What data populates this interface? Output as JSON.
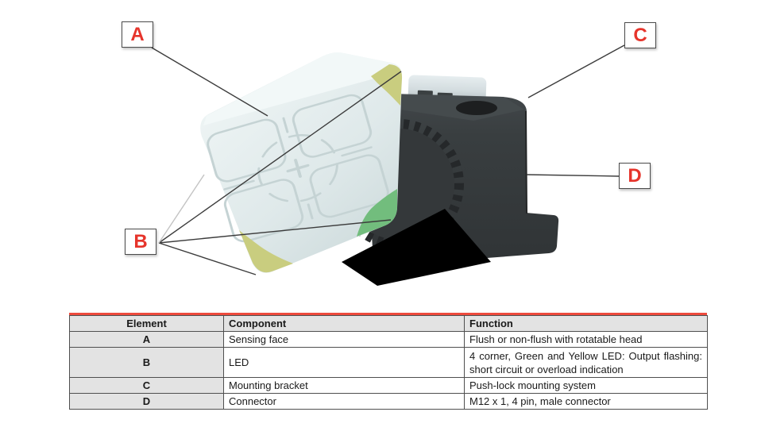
{
  "callouts": {
    "A": "A",
    "B": "B",
    "C": "C",
    "D": "D"
  },
  "table": {
    "headers": {
      "element": "Element",
      "component": "Component",
      "function": "Function"
    },
    "rows": [
      {
        "element": "A",
        "component": "Sensing face",
        "function": "Flush or non-flush with rotatable head"
      },
      {
        "element": "B",
        "component": "LED",
        "function": "4 corner, Green and Yellow LED: Output flashing: short circuit or overload indication"
      },
      {
        "element": "C",
        "component": "Mounting bracket",
        "function": "Push-lock mounting system"
      },
      {
        "element": "D",
        "component": "Connector",
        "function": "M12 x 1, 4 pin, male connector"
      }
    ]
  },
  "colors": {
    "callout_red": "#e6342b",
    "table_top_line": "#ee4b3d",
    "table_header_bg": "#e3e3e3",
    "pointer_line": "#3c3c3c",
    "pointer_line_faint": "#c3c3c3",
    "sensor_face": "#e2ecec",
    "led_green": "#72bd7d",
    "led_yellow": "#c9cd7f",
    "bracket_gray": "#3a3e40",
    "connector_block": "#d9e2e5"
  }
}
